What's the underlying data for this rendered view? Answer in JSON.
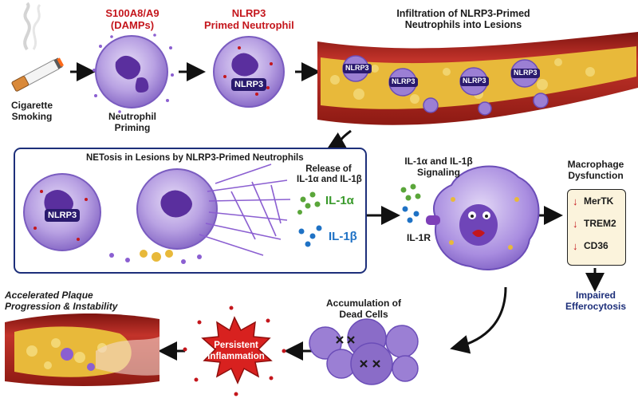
{
  "stage1": {
    "label_line1": "Cigarette",
    "label_line2": "Smoking"
  },
  "stage2": {
    "title_line1": "S100A8/A9",
    "title_line2": "(DAMPs)",
    "caption_line1": "Neutrophil",
    "caption_line2": "Priming"
  },
  "stage3": {
    "title_line1": "NLRP3",
    "title_line2": "Primed Neutrophil",
    "cell_label": "NLRP3"
  },
  "stage4": {
    "title_line1": "Infiltration of NLRP3-Primed",
    "title_line2": "Neutrophils into Lesions",
    "cell_labels": [
      "NLRP3",
      "NLRP3",
      "NLRP3",
      "NLRP3"
    ]
  },
  "netosis_panel": {
    "title": "NETosis in Lesions by NLRP3-Primed Neutrophils",
    "cell_label": "NLRP3",
    "release_line1": "Release of",
    "release_line2": "IL-1α and IL-1β",
    "il1a": "IL-1α",
    "il1b": "IL-1β"
  },
  "signaling": {
    "title_line1": "IL-1α and IL-1β",
    "title_line2": "Signaling",
    "receptor": "IL-1R"
  },
  "macrophage": {
    "title_line1": "Macrophage",
    "title_line2": "Dysfunction",
    "markers": [
      "MerTK",
      "TREM2",
      "CD36"
    ],
    "outcome_line1": "Impaired",
    "outcome_line2": "Efferocytosis"
  },
  "dead_cells": {
    "title_line1": "Accumulation of",
    "title_line2": "Dead Cells"
  },
  "inflammation": {
    "line1": "Persistent",
    "line2": "Inflammation"
  },
  "plaque": {
    "title_line1": "Accelerated Plaque",
    "title_line2": "Progression & Instability"
  },
  "colors": {
    "red_title": "#c4161c",
    "navy_title": "#1d2f7a",
    "cell_purple": "#9b7fd4",
    "nucleus": "#5a2f9e",
    "vessel_red": "#b3261e",
    "plaque_yellow": "#e8b93a",
    "burst_red": "#d8211f"
  },
  "icons": [
    "cigarette-icon",
    "neutrophil-icon",
    "vessel-icon",
    "macrophage-icon",
    "dead-cell-icon",
    "inflammation-burst-icon",
    "down-arrow-icon"
  ]
}
